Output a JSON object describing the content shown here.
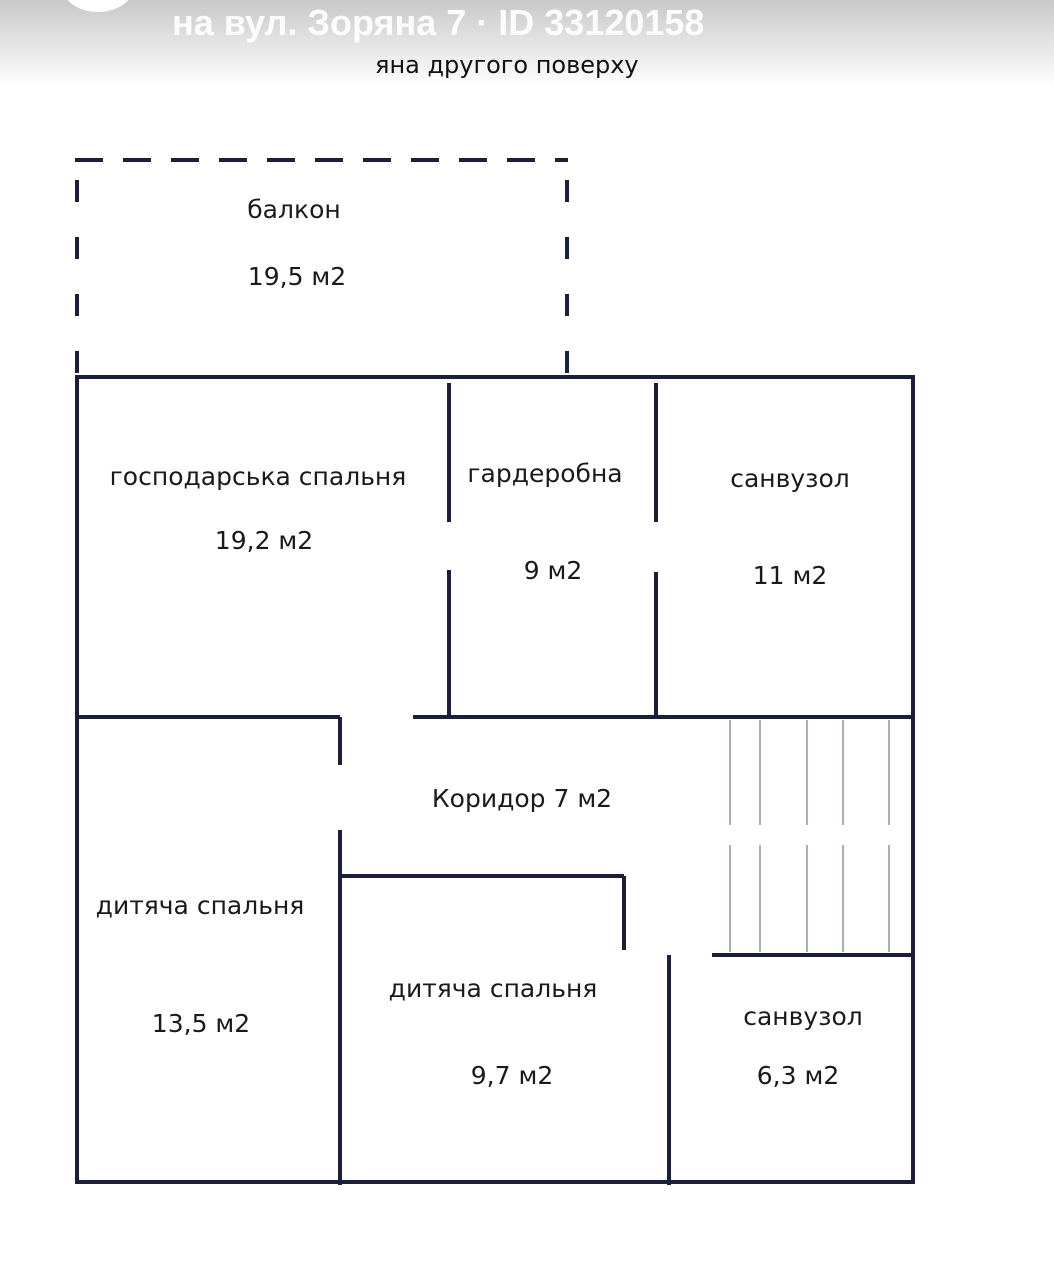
{
  "header": {
    "overlay_title": "на вул. Зоряна 7 · ID 33120158",
    "underlying_title": "яна другого поверху"
  },
  "colors": {
    "wall": "#1b1f3b",
    "stairs": "#8a90b0"
  },
  "rooms": [
    {
      "name": "балкон",
      "area": "19,5 м2"
    },
    {
      "name": "господарська спальня",
      "area": "19,2 м2"
    },
    {
      "name": "гардеробна",
      "area": "9 м2"
    },
    {
      "name": "санвузол",
      "area": "11  м2"
    },
    {
      "name": "Коридор  7  м2"
    },
    {
      "name": "дитяча спальня",
      "area": "13,5  м2"
    },
    {
      "name": "дитяча спальня",
      "area": "9,7  м2"
    },
    {
      "name": "санвузол",
      "area": "6,3  м2"
    }
  ]
}
